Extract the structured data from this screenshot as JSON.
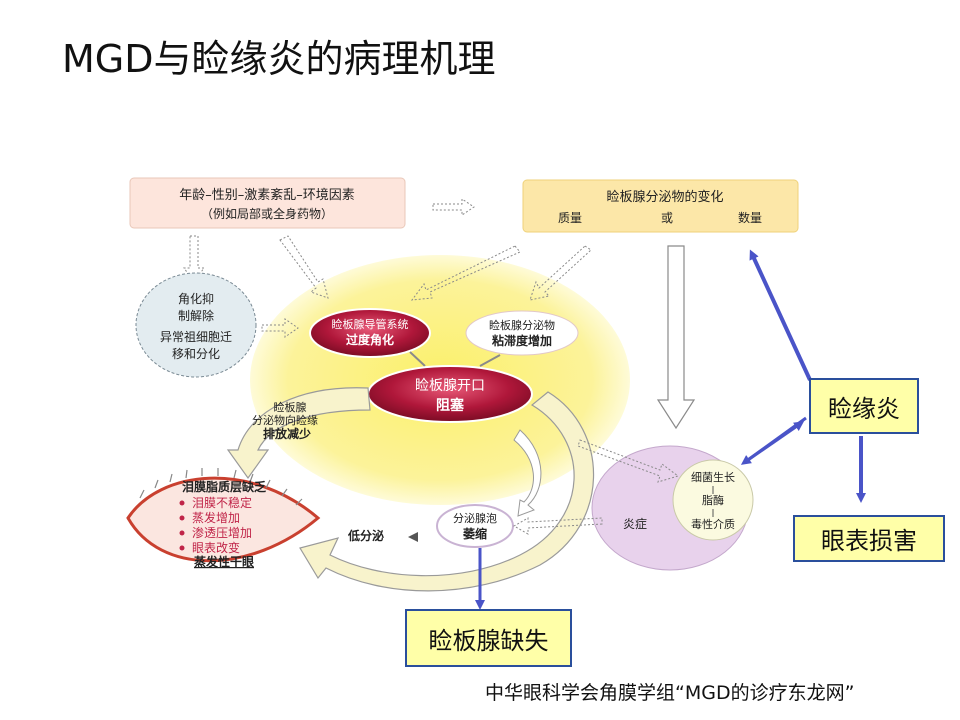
{
  "title": "MGD与睑缘炎的病理机理",
  "nodes": {
    "factors_line1": "年龄–性别–激素紊乱–环境因素",
    "factors_line2": "（例如局部或全身药物）",
    "secretion_change_title": "睑板腺分泌物的变化",
    "secretion_quality": "质量",
    "secretion_or": "或",
    "secretion_quantity": "数量",
    "keratin_line1": "角化抑",
    "keratin_line2": "制解除",
    "keratin_line3": "异常祖细胞迁",
    "keratin_line4": "移和分化",
    "duct_line1": "睑板腺导管系统",
    "duct_line2": "过度角化",
    "viscosity_line1": "睑板腺分泌物",
    "viscosity_line2": "粘滞度增加",
    "orifice_line1": "睑板腺开口",
    "orifice_line2": "阻塞",
    "excretion_line1": "睑板腺",
    "excretion_line2": "分泌物向睑缘",
    "excretion_line3": "排放减少",
    "lipid_title": "泪膜脂质层缺乏",
    "lipid_items": [
      "泪膜不稳定",
      "蒸发增加",
      "渗透压增加",
      "眼表改变"
    ],
    "evaporative_dry_eye": "蒸发性干眼",
    "low_secretion": "低分泌",
    "atrophy_line1": "分泌腺泡",
    "atrophy_line2": "萎缩",
    "inflammation": "炎症",
    "bacteria": "细菌生长",
    "lipase": "脂酶",
    "toxic": "毒性介质"
  },
  "callouts": {
    "blepharitis": "睑缘炎",
    "ocular_surface": "眼表损害",
    "gland_loss": "睑板腺缺失"
  },
  "source": "中华眼科学会角膜学组“MGD的诊疗东龙网”",
  "colors": {
    "callout_fill": "#ffffa8",
    "callout_border": "#2a4f9c",
    "arrow_blue": "#4a54c8",
    "oval_red": "#b0173a",
    "yellow_glow": "#fbf37a",
    "purple_region": "#e8d2ec"
  }
}
